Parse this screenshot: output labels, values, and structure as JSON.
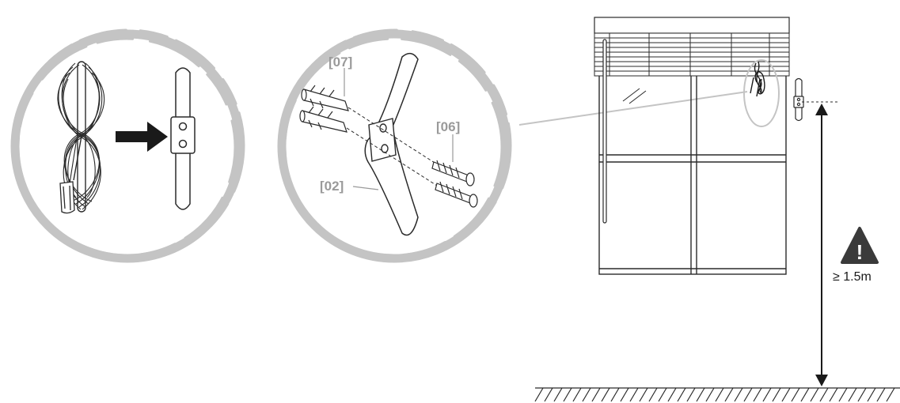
{
  "labels": {
    "dowels": "[07]",
    "screws": "[06]",
    "cleat": "[02]",
    "min_height": "≥ 1.5m",
    "warning_mark": "!"
  },
  "colors": {
    "ring": "#c4c4c4",
    "line": "#2a2a2a",
    "label": "#9a9a9a",
    "arrow": "#1a1a1a",
    "warning": "#3a3a3a"
  }
}
